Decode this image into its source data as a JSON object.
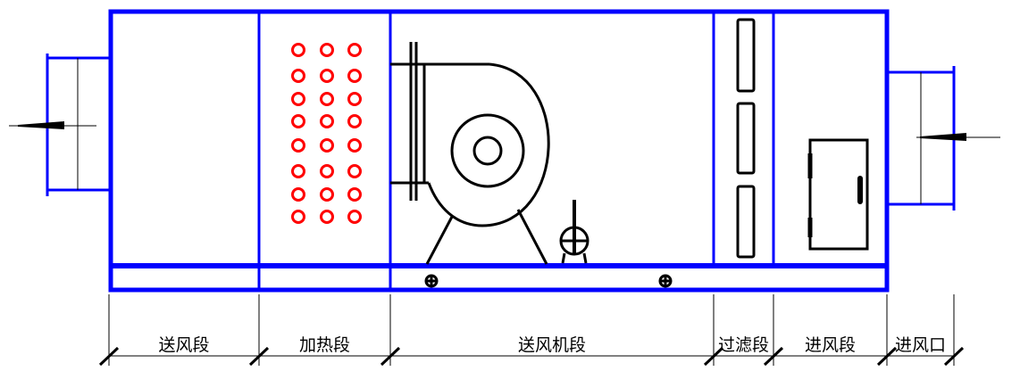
{
  "colors": {
    "casing": "#0000ff",
    "heating_coil": "#ff0000",
    "equipment": "#000000"
  },
  "sections": [
    {
      "label": "送风段"
    },
    {
      "label": "加热段"
    },
    {
      "label": "送风机段"
    },
    {
      "label": "过滤段"
    },
    {
      "label": "进风段"
    },
    {
      "label": "进风口"
    }
  ]
}
